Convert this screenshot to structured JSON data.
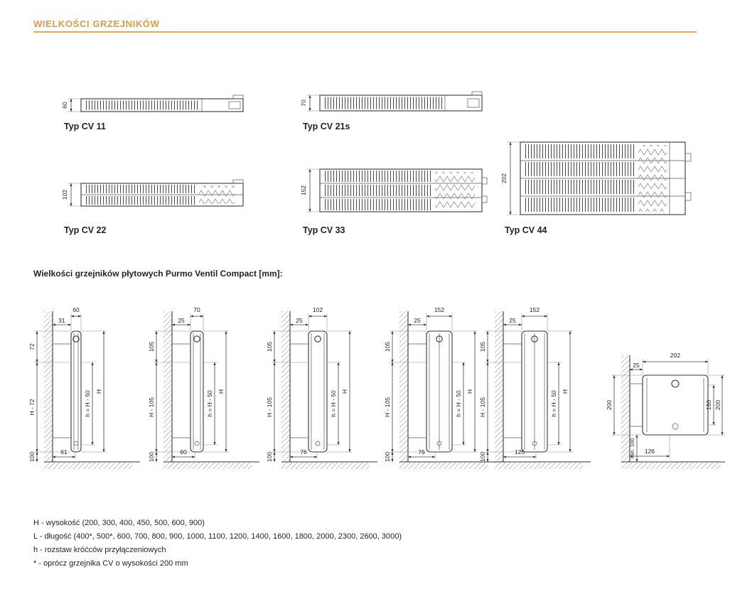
{
  "header": {
    "title": "WIELKOŚCI GRZEJNIKÓW"
  },
  "accent_color": "#E49A3E",
  "cross_sections": [
    {
      "label": "Typ CV 11",
      "depth_mm": "60"
    },
    {
      "label": "Typ CV 21s",
      "depth_mm": "70"
    },
    {
      "label": "Typ CV 22",
      "depth_mm": "102"
    },
    {
      "label": "Typ CV 33",
      "depth_mm": "152"
    },
    {
      "label": "Typ CV 44",
      "depth_mm": "202"
    }
  ],
  "section_heading": "Wielkości grzejników płytowych Purmo Ventil Compact [mm]:",
  "side_views": [
    {
      "depth": "60",
      "wall_gap": "31",
      "top_offset": "72",
      "body": "H - 72",
      "clearance": "100",
      "conn_spacing": "h = H - 50",
      "overall": "H",
      "bottom_offset": "61"
    },
    {
      "depth": "70",
      "wall_gap": "25",
      "top_offset": "105",
      "body": "H - 105",
      "clearance": "100",
      "conn_spacing": "h = H - 50",
      "overall": "H",
      "bottom_offset": "60"
    },
    {
      "depth": "102",
      "wall_gap": "25",
      "top_offset": "105",
      "body": "H - 105",
      "clearance": "100",
      "conn_spacing": "h = H - 50",
      "overall": "H",
      "bottom_offset": "76"
    },
    {
      "depth": "152",
      "wall_gap": "25",
      "top_offset": "105",
      "body": "H - 105",
      "clearance": "100",
      "conn_spacing": "h = H - 50",
      "overall": "H",
      "bottom_offset": "76"
    },
    {
      "depth": "152",
      "wall_gap": "25",
      "top_offset": "105",
      "body": "H - 105",
      "clearance": "100",
      "conn_spacing": "h = H - 50",
      "overall": "H",
      "bottom_offset": "126"
    }
  ],
  "floor_detail": {
    "depth": "202",
    "wall_gap": "25",
    "height": "200",
    "conn_spacing": "150",
    "overall": "200",
    "floor_clearance": "min. 100",
    "bottom_offset": "126"
  },
  "legend": {
    "lines": [
      "H - wysokość (200, 300, 400, 450, 500, 600, 900)",
      "L - długość (400*, 500*, 600, 700, 800, 900, 1000, 1100, 1200, 1400, 1600, 1800, 2000, 2300, 2600, 3000)",
      "h - rozstaw króćców przyłączeniowych",
      "* - oprócz grzejnika CV o wysokości 200 mm"
    ]
  }
}
